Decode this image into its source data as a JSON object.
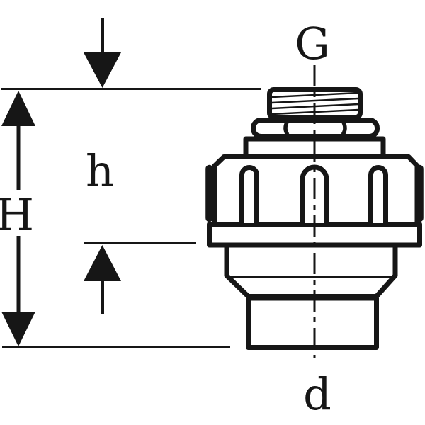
{
  "figure": {
    "kind": "pipe-fitting-dimension-drawing",
    "labels": {
      "thread": "G",
      "height_partial": "h",
      "height_total": "H",
      "diameter": "d"
    },
    "colors": {
      "line": "#161616",
      "background": "#ffffff"
    }
  }
}
